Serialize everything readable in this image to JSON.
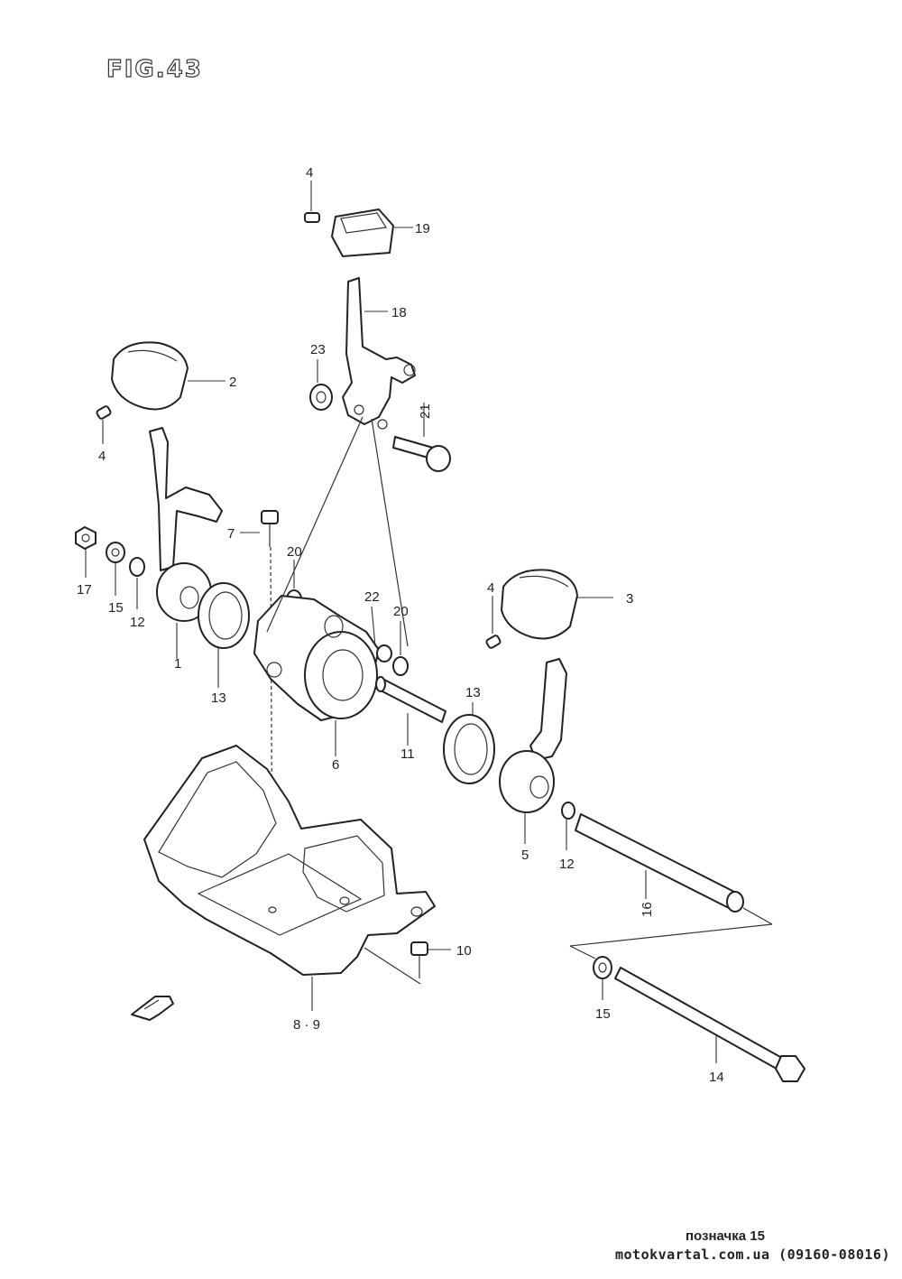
{
  "figure": {
    "title": "FIG.43"
  },
  "callouts": {
    "c1": "1",
    "c2": "2",
    "c3": "3",
    "c4a": "4",
    "c4b": "4",
    "c4c": "4",
    "c5": "5",
    "c6": "6",
    "c7": "7",
    "c8_9": "8 · 9",
    "c10": "10",
    "c11": "11",
    "c12a": "12",
    "c12b": "12",
    "c13a": "13",
    "c13b": "13",
    "c14": "14",
    "c15a": "15",
    "c15b": "15",
    "c16": "16",
    "c17": "17",
    "c18": "18",
    "c19": "19",
    "c20a": "20",
    "c20b": "20",
    "c21": "21",
    "c22": "22",
    "c23": "23"
  },
  "footer": {
    "reference": "позначка 15",
    "site": "motokvartal.com.ua (09160-08016)"
  }
}
